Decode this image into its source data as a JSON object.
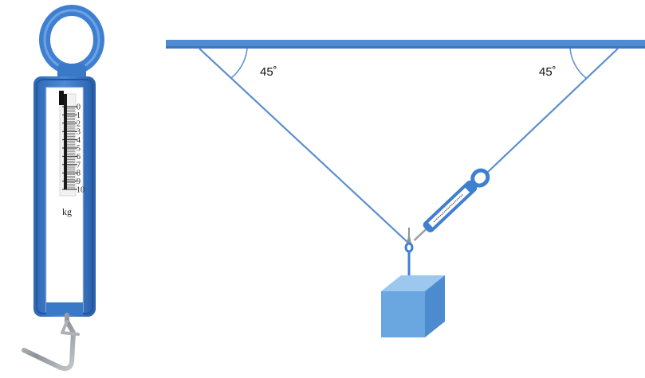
{
  "figure": {
    "angle_left": "45˚",
    "angle_right": "45˚",
    "unit": "kg",
    "scale_min": 0,
    "scale_max": 10,
    "scale_labels": [
      "0",
      "1",
      "2",
      "3",
      "4",
      "5",
      "6",
      "7",
      "8",
      "9",
      "10"
    ]
  },
  "colors": {
    "blue": "#3f7fd0",
    "blue_dark": "#2d62ad",
    "blue_line": "#5b8fce",
    "block_front": "#6aa6e0",
    "block_top": "#9cc8ef",
    "block_side": "#4d8bcf",
    "hook": "#9aa0a6"
  }
}
